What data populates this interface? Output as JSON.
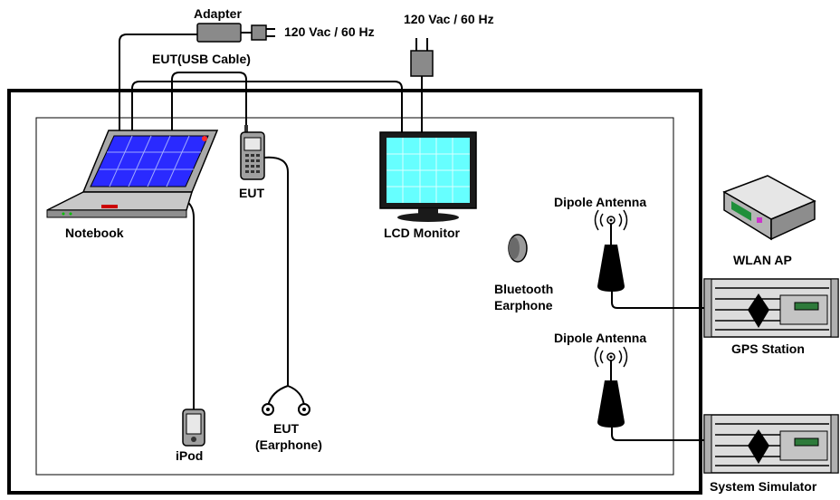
{
  "labels": {
    "adapter": "Adapter",
    "power_adapter": "120 Vac / 60 Hz",
    "power_monitor": "120 Vac / 60 Hz",
    "eut_usb_cable": "EUT(USB Cable)",
    "notebook": "Notebook",
    "eut_phone": "EUT",
    "lcd_monitor": "LCD Monitor",
    "ipod": "iPod",
    "eut_earphone_line1": "EUT",
    "eut_earphone_line2": "(Earphone)",
    "bluetooth_line1": "Bluetooth",
    "bluetooth_line2": "Earphone",
    "dipole_antenna_1": "Dipole Antenna",
    "dipole_antenna_2": "Dipole Antenna",
    "wlan_ap": "WLAN AP",
    "gps_station": "GPS Station",
    "system_simulator": "System Simulator"
  },
  "colors": {
    "outline": "#000000",
    "cable": "#000000",
    "laptop_screen": "#2a2aff",
    "monitor_screen": "#66ffff",
    "device_gray": "#bdbdbd",
    "device_dark": "#555555"
  }
}
